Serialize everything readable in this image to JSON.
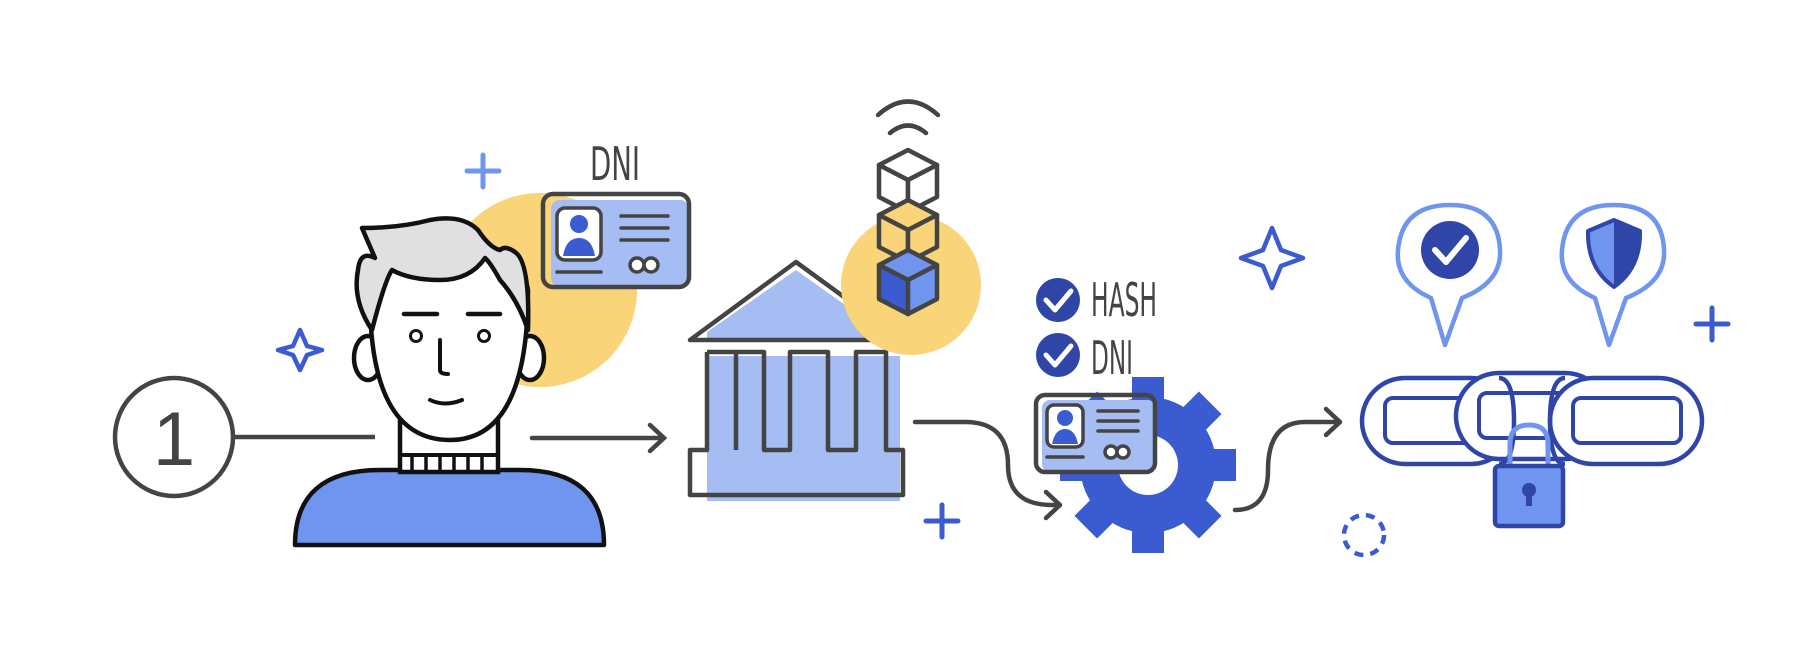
{
  "step": {
    "number": "1"
  },
  "labels": {
    "id_card_top": "DNI",
    "hash_check": "HASH",
    "dni_check": "DNI"
  },
  "colors": {
    "outline": "#444444",
    "blue_dark": "#2f46a8",
    "blue": "#3b5bd1",
    "blue_mid": "#6f95ef",
    "blue_light": "#a5bdf3",
    "yellow": "#f9d478",
    "gray_hair": "#e0e0e0"
  },
  "icons": [
    "person-icon",
    "id-card-icon",
    "bank-building-icon",
    "blockchain-blocks-icon",
    "wifi-signal-icon",
    "checkmark-icon",
    "gear-icon",
    "chain-link-icon",
    "padlock-icon",
    "verified-pin-icon",
    "shield-pin-icon",
    "sparkle-icon",
    "plus-icon"
  ]
}
